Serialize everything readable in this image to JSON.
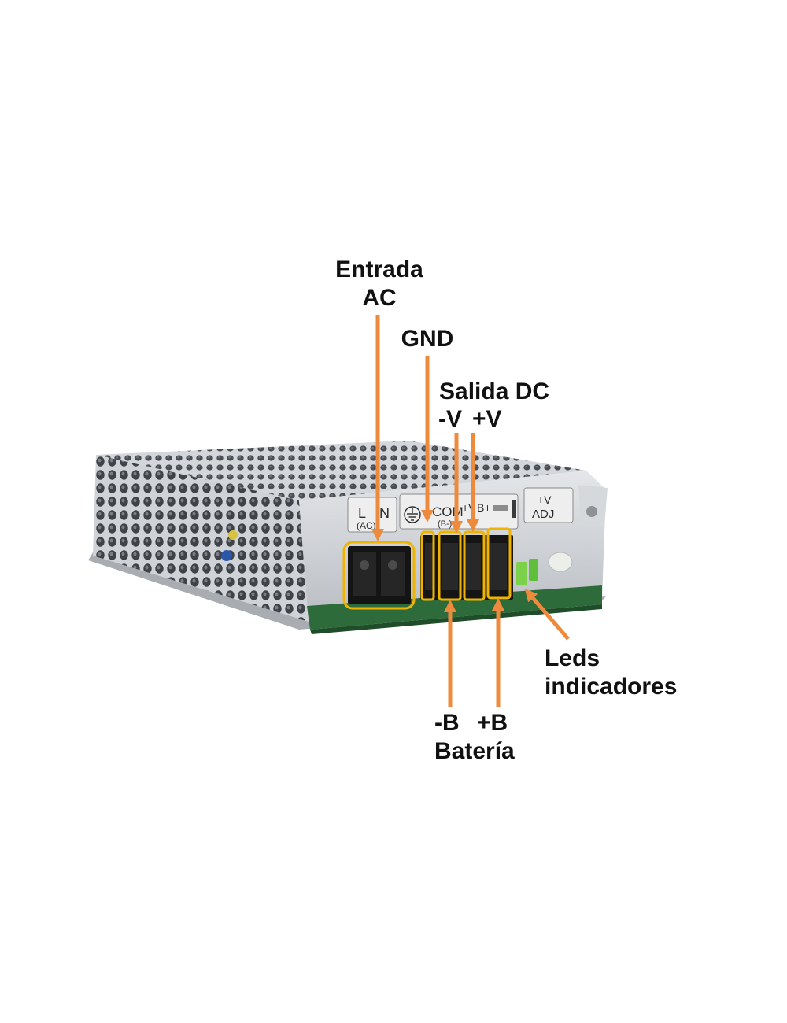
{
  "labels": {
    "entrada_line1": "Entrada",
    "entrada_line2": "AC",
    "gnd": "GND",
    "salida": "Salida DC",
    "minus_v": "-V",
    "plus_v": "+V",
    "leds_line1": "Leds",
    "leds_line2": "indicadores",
    "minus_b": "-B",
    "plus_b": "+B",
    "bateria": "Batería"
  },
  "terminal_label": {
    "l": "L",
    "n": "N",
    "ac": "(AC)",
    "com": "COM",
    "v": "+V",
    "b_plus": "B+",
    "b_minus": "(B-)",
    "adj_top": "+V",
    "adj_bottom": "ADJ"
  },
  "colors": {
    "arrow": "#ee8a3c",
    "highlight_box": "#f0b400",
    "label_text": "#111111",
    "chassis": "#c9ccd0",
    "pcb": "#2e6b3a"
  }
}
